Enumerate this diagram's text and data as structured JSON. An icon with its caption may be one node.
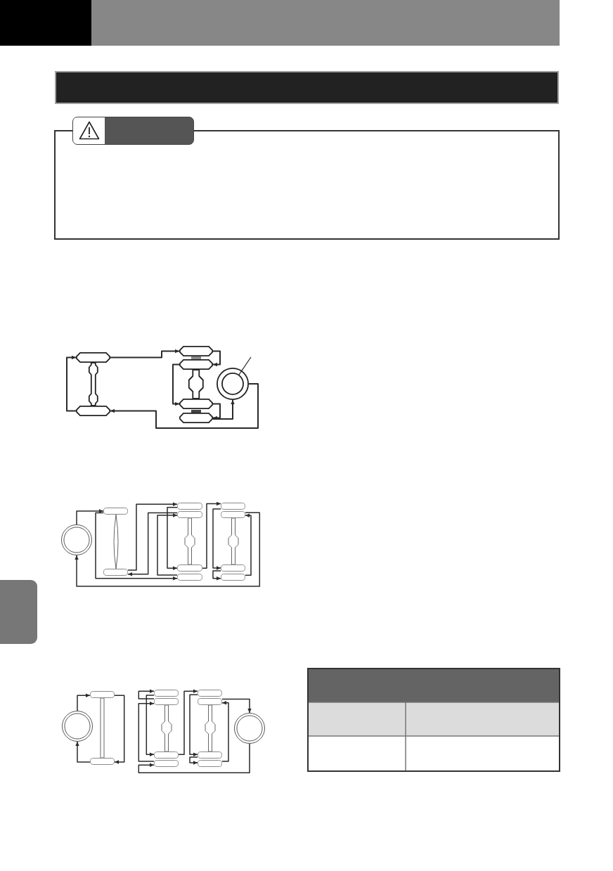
{
  "diagram": {
    "nodes": [
      {
        "text": [],
        "shape": "box"
      },
      {
        "text": [],
        "shape": "bar"
      },
      {
        "text": [],
        "shape": "bar"
      },
      {
        "text": [],
        "shape": "octagon"
      },
      {
        "text": [],
        "shape": "octagon"
      },
      {
        "text": [],
        "shape": "octagon"
      },
      {
        "text": [],
        "shape": "octagon"
      },
      {
        "text": [],
        "shape": "octagon"
      },
      {
        "text": [],
        "shape": "octagon"
      },
      {
        "text": [],
        "shape": "circle"
      },
      {
        "text": [],
        "shape": "circle"
      },
      {
        "text": [],
        "shape": "box"
      },
      {
        "text": [],
        "shape": "box"
      },
      {
        "text": [],
        "shape": "box"
      },
      {
        "text": [],
        "shape": "box"
      },
      {
        "text": [],
        "shape": "box"
      },
      {
        "text": [],
        "shape": "box"
      },
      {
        "text": [],
        "shape": "box"
      },
      {
        "text": [],
        "shape": "box"
      },
      {
        "text": [],
        "shape": "box"
      },
      {
        "text": [],
        "shape": "box"
      },
      {
        "text": [],
        "shape": "circle"
      },
      {
        "text": [],
        "shape": "box"
      },
      {
        "text": [],
        "shape": "box"
      },
      {
        "text": [],
        "shape": "box"
      },
      {
        "text": [],
        "shape": "box"
      },
      {
        "text": [],
        "shape": "box"
      },
      {
        "text": [],
        "shape": "box"
      },
      {
        "text": [],
        "shape": "box"
      },
      {
        "text": [],
        "shape": "box"
      },
      {
        "text": [],
        "shape": "box"
      },
      {
        "text": [],
        "shape": "box"
      },
      {
        "text": [],
        "shape": "circle"
      }
    ],
    "edges": [
      {
        "from": 3,
        "to": 5,
        "arrow": "to"
      },
      {
        "from": 5,
        "to": 6,
        "arrow": "to"
      },
      {
        "from": 6,
        "to": 7,
        "arrow": "to"
      },
      {
        "from": 7,
        "to": 8,
        "arrow": "to"
      },
      {
        "from": 8,
        "to": 9,
        "arrow": "to"
      },
      {
        "from": 9,
        "to": 4,
        "arrow": "to"
      },
      {
        "from": 4,
        "to": 3,
        "arrow": "to"
      },
      {
        "from": null,
        "to": 9,
        "arrow": "none"
      },
      {
        "from": 10,
        "to": 11,
        "arrow": "to"
      },
      {
        "from": 11,
        "to": 16,
        "arrow": "to"
      },
      {
        "from": 16,
        "to": 14,
        "arrow": "to"
      },
      {
        "from": 14,
        "to": 12,
        "arrow": "to"
      },
      {
        "from": 12,
        "to": 13,
        "arrow": "to"
      },
      {
        "from": 13,
        "to": 15,
        "arrow": "to"
      },
      {
        "from": 15,
        "to": 17,
        "arrow": "to"
      },
      {
        "from": 17,
        "to": 19,
        "arrow": "to"
      },
      {
        "from": 19,
        "to": 20,
        "arrow": "to"
      },
      {
        "from": 20,
        "to": 18,
        "arrow": "to"
      },
      {
        "from": 18,
        "to": 10,
        "arrow": "to"
      },
      {
        "from": 21,
        "to": 22,
        "arrow": "to"
      },
      {
        "from": 22,
        "to": 23,
        "arrow": "to"
      },
      {
        "from": 23,
        "to": 21,
        "arrow": "to"
      },
      {
        "from": 29,
        "to": 32,
        "arrow": "to"
      },
      {
        "from": 32,
        "to": 27,
        "arrow": "to"
      },
      {
        "from": 27,
        "to": 25,
        "arrow": "to"
      },
      {
        "from": 25,
        "to": 24,
        "arrow": "to"
      },
      {
        "from": 24,
        "to": 26,
        "arrow": "to"
      },
      {
        "from": 26,
        "to": 28,
        "arrow": "to"
      },
      {
        "from": 28,
        "to": 30,
        "arrow": "to"
      },
      {
        "from": 30,
        "to": 31,
        "arrow": "to"
      },
      {
        "from": 31,
        "to": 29,
        "arrow": "to"
      }
    ]
  }
}
